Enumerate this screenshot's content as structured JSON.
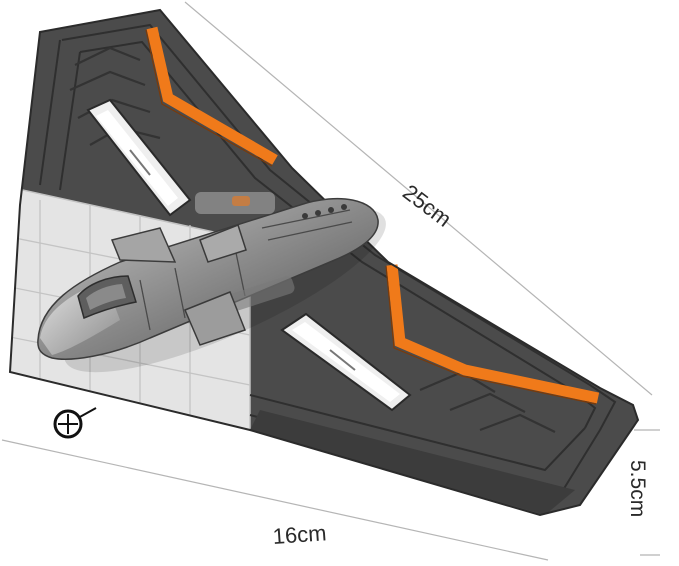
{
  "dimensions": {
    "length": "25cm",
    "width": "16cm",
    "height": "5.5cm"
  },
  "colors": {
    "wing_dark": "#4a4a4a",
    "wing_light": "#e6e6e6",
    "trim": "#f07a1a",
    "fuselage": "#8f8f8f"
  }
}
